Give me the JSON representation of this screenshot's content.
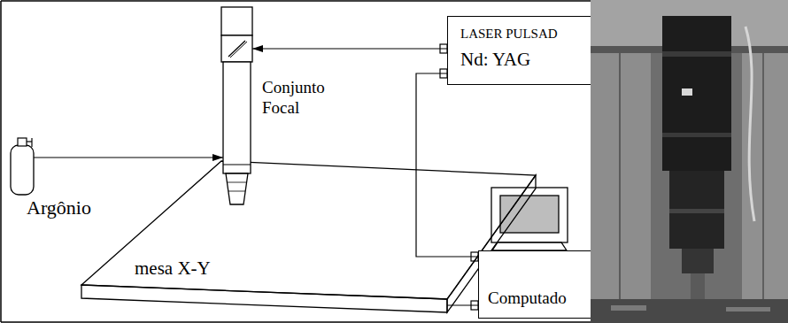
{
  "diagram": {
    "nodes": [
      {
        "text": [
          "Argônio"
        ]
      },
      {
        "text": [
          "Conjunto Focal"
        ]
      },
      {
        "text": [
          "LASER PULSAD",
          "Nd: YAG"
        ]
      },
      {
        "text": [
          "mesa X-Y"
        ]
      },
      {
        "text": [
          "Computado"
        ]
      }
    ],
    "edges": [
      {
        "from": 0,
        "to": 1,
        "arrow": "to"
      },
      {
        "from": 2,
        "to": 1,
        "arrow": "to"
      },
      {
        "from": 2,
        "to": 4,
        "arrow": "none"
      },
      {
        "from": 3,
        "to": 4,
        "arrow": "none"
      }
    ]
  }
}
